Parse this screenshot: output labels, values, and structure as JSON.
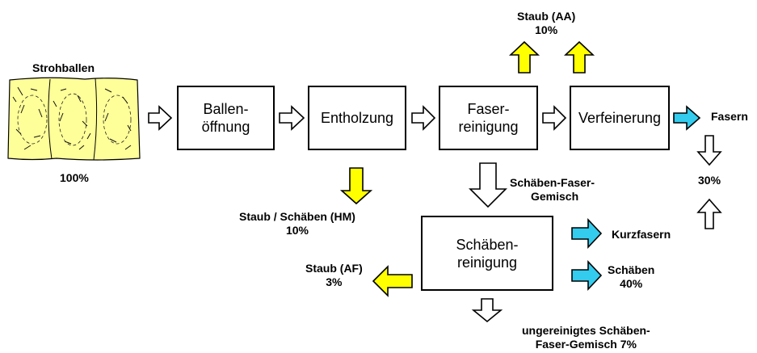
{
  "input": {
    "title": "Strohballen",
    "percent": "100%"
  },
  "stages": [
    {
      "line1": "Ballen-",
      "line2": "öffnung"
    },
    {
      "line1": "Entholzung",
      "line2": ""
    },
    {
      "line1": "Faser-",
      "line2": "reinigung"
    },
    {
      "line1": "Verfeinerung",
      "line2": ""
    },
    {
      "line1": "Schäben-",
      "line2": "reinigung"
    }
  ],
  "outputs": {
    "dust_aa": {
      "name": "Staub (AA)",
      "percent": "10%"
    },
    "dust_hm": {
      "name": "Staub / Schäben (HM)",
      "percent": "10%"
    },
    "dust_af": {
      "name": "Staub (AF)",
      "percent": "3%"
    },
    "fibres": {
      "name": "Fasern",
      "percent": "30%"
    },
    "intermediate": {
      "line1": "Schäben-Faser-",
      "line2": "Gemisch"
    },
    "short_fibres": {
      "name": "Kurzfasern"
    },
    "shives": {
      "name": "Schäben",
      "percent": "40%"
    },
    "uncleaned": {
      "line1": "ungereinigtes Schäben-",
      "line2": "Faser-Gemisch 7%"
    }
  },
  "colors": {
    "dust": "#ffff00",
    "product": "#33ccee",
    "flow": "#ffffff",
    "bale": "#ffff99"
  },
  "icons": {
    "flow": "arrow-outline-icon",
    "dust": "arrow-yellow-icon",
    "product": "arrow-cyan-icon",
    "bale": "straw-bale-icon"
  }
}
